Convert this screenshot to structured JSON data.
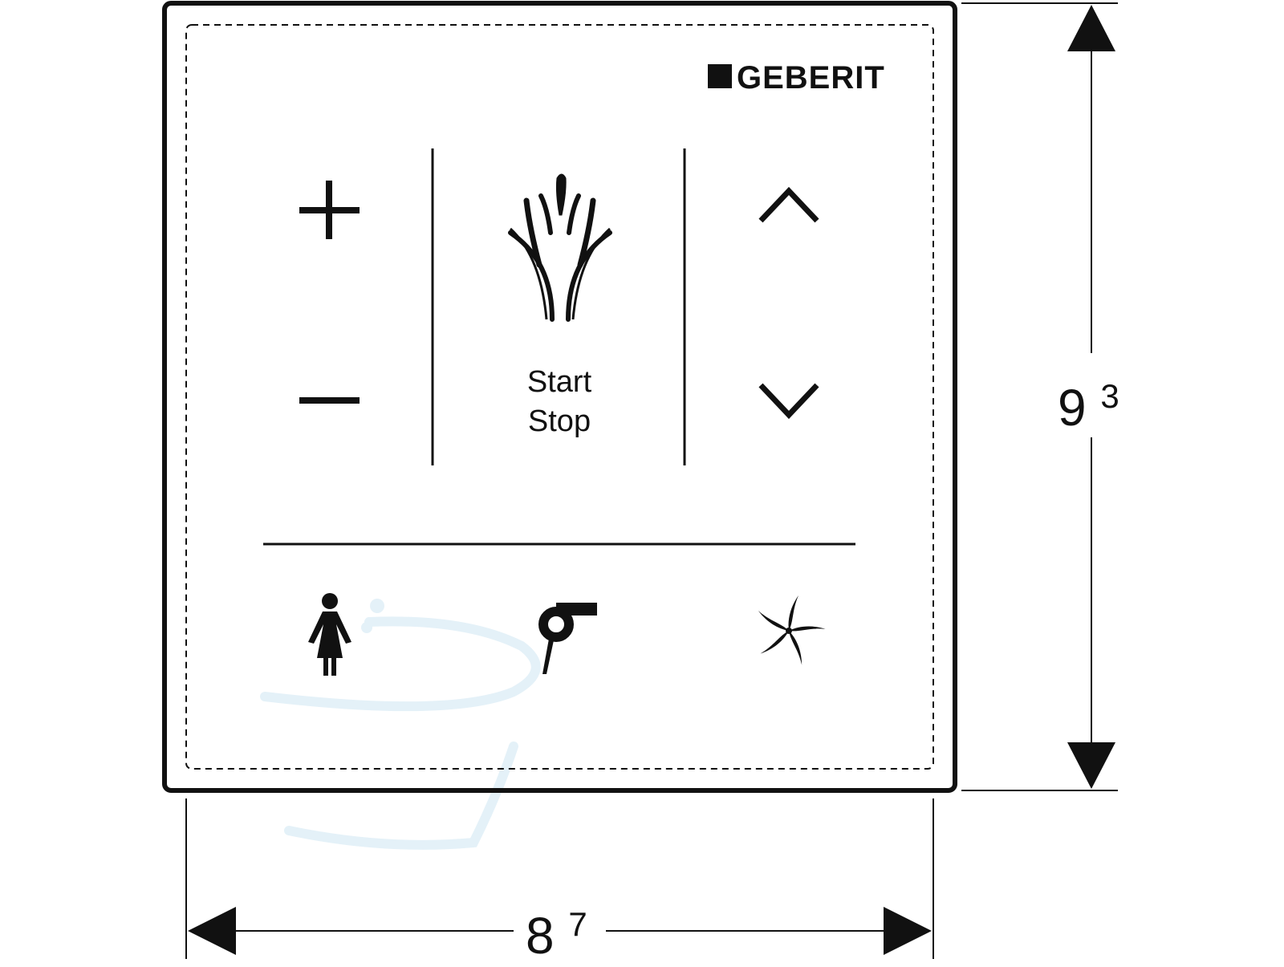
{
  "brand": {
    "name": "GEBERIT"
  },
  "buttons": {
    "plus": {
      "symbol": "+"
    },
    "minus": {
      "symbol": "−"
    },
    "start_stop": {
      "line1": "Start",
      "line2": "Stop"
    },
    "up": {
      "icon": "chevron-up-icon"
    },
    "down": {
      "icon": "chevron-down-icon"
    },
    "lady_shower": {
      "icon": "lady-shower-icon"
    },
    "dryer": {
      "icon": "dryer-icon"
    },
    "odour_extraction": {
      "icon": "fan-icon"
    }
  },
  "dimensions": {
    "width": {
      "base": "8",
      "sup": "7"
    },
    "height": {
      "base": "9",
      "sup": "3"
    }
  },
  "colors": {
    "line": "#111111",
    "watermark": "#e4f1f8"
  }
}
